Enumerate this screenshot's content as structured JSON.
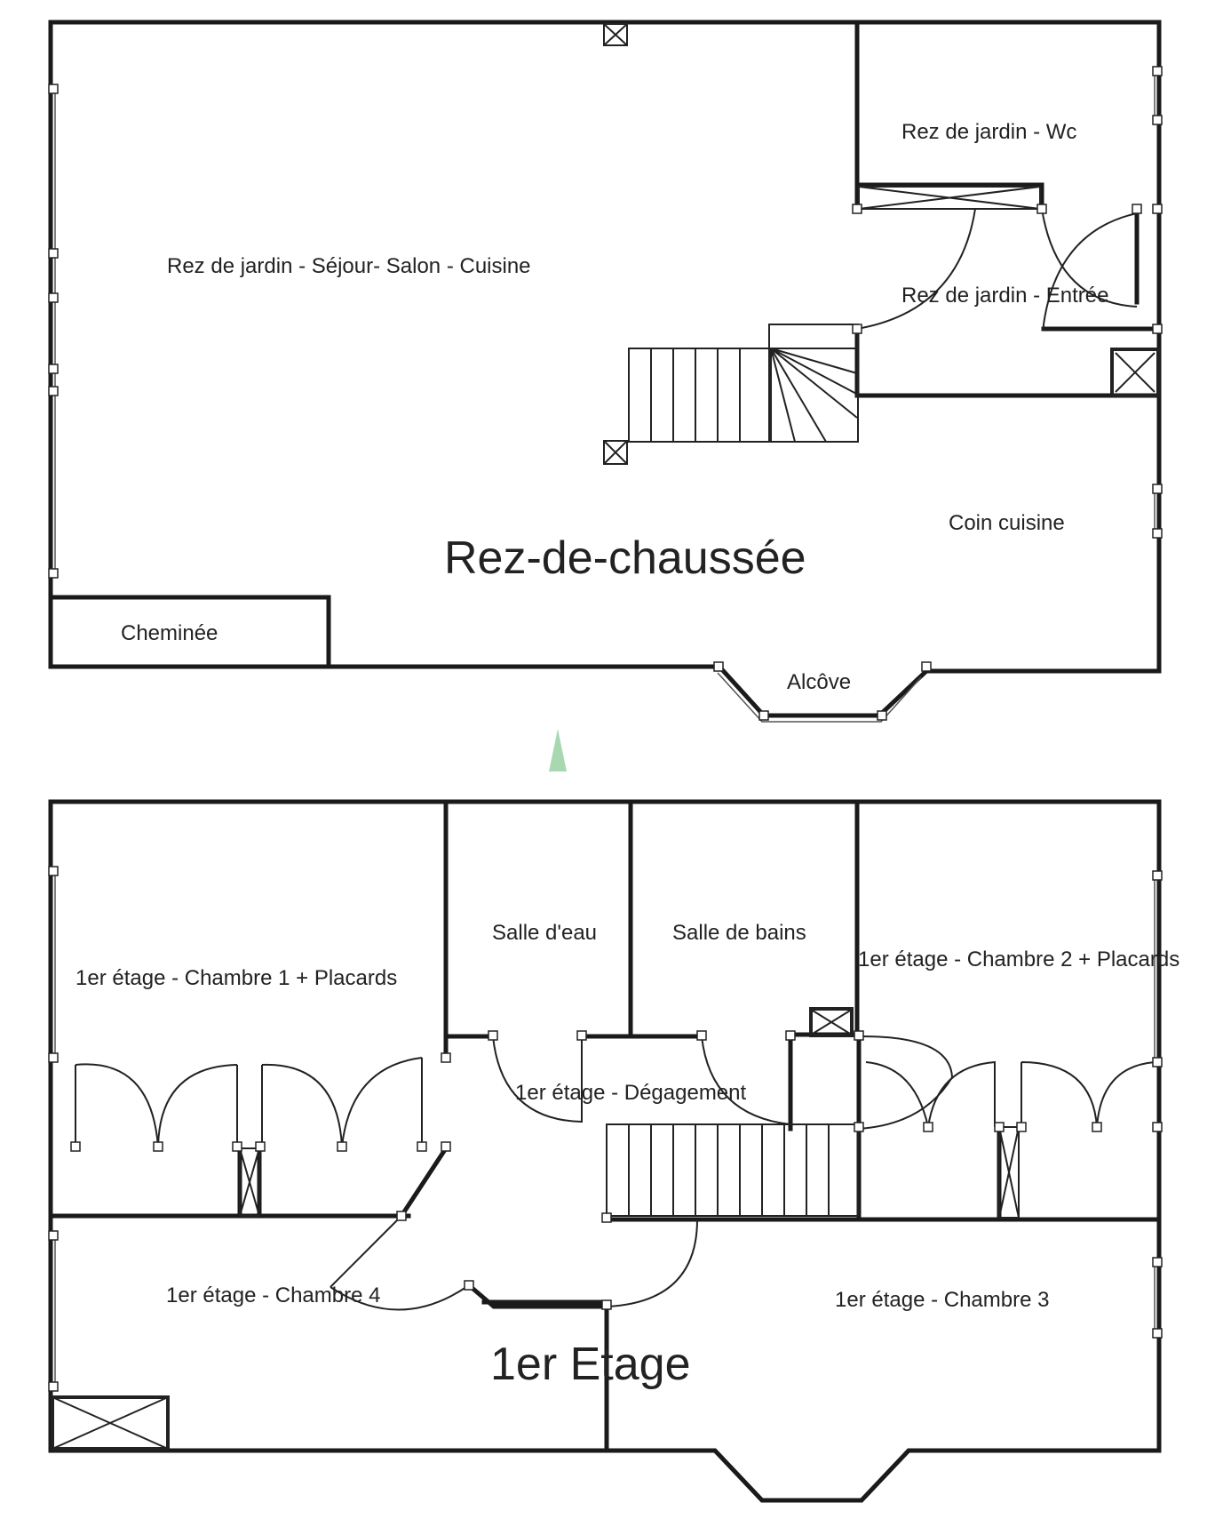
{
  "ground_floor": {
    "title": "Rez-de-chaussée",
    "rooms": {
      "sejour": "Rez de jardin - Séjour- Salon - Cuisine",
      "wc": "Rez de jardin - Wc",
      "entree": "Rez de jardin - Entrée",
      "coin_cuisine": "Coin cuisine",
      "cheminee": "Cheminée",
      "alcove": "Alcôve"
    }
  },
  "first_floor": {
    "title": "1er Etage",
    "rooms": {
      "chambre1": "1er étage - Chambre 1 + Placards",
      "salle_eau": "Salle d'eau",
      "salle_bains": "Salle de bains",
      "chambre2": "1er étage - Chambre 2 + Placards",
      "degagement": "1er étage - Dégagement",
      "chambre4": "1er étage - Chambre 4",
      "chambre3": "1er étage - Chambre 3"
    }
  },
  "colors": {
    "wall": "#1a1a1a",
    "north_arrow": "#a8d8b0"
  }
}
